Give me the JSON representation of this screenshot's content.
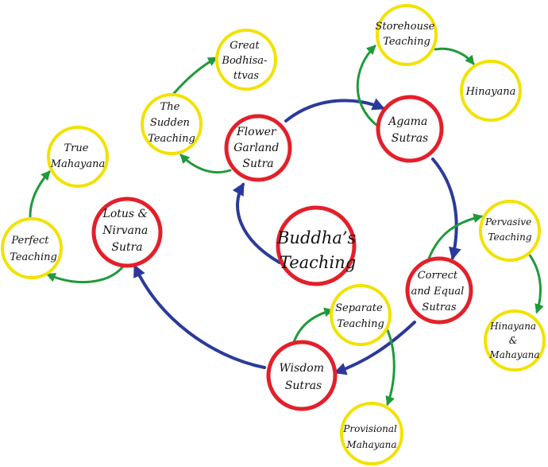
{
  "colors": {
    "red_ring": "#e3202a",
    "yellow_ring": "#f2e200",
    "blue_arrow": "#2b3a9a",
    "green_arrow": "#1f9a3a"
  },
  "nodes": {
    "buddhas_teaching": {
      "lines": [
        "Buddha’s",
        "Teaching"
      ],
      "ring": "red"
    },
    "flower_garland": {
      "lines": [
        "Flower",
        "Garland",
        "Sutra"
      ],
      "ring": "red"
    },
    "agama": {
      "lines": [
        "Agama",
        "Sutras"
      ],
      "ring": "red"
    },
    "correct_equal": {
      "lines": [
        "Correct",
        "and Equal",
        "Sutras"
      ],
      "ring": "red"
    },
    "wisdom": {
      "lines": [
        "Wisdom",
        "Sutras"
      ],
      "ring": "red"
    },
    "lotus_nirvana": {
      "lines": [
        "Lotus &",
        "Nirvana",
        "Sutra"
      ],
      "ring": "red"
    },
    "storehouse": {
      "lines": [
        "Storehouse",
        "Teaching"
      ],
      "ring": "yellow"
    },
    "hinayana": {
      "lines": [
        "Hinayana"
      ],
      "ring": "yellow"
    },
    "great_bodhisattvas": {
      "lines": [
        "Great",
        "Bodhisa-",
        "ttvas"
      ],
      "ring": "yellow"
    },
    "sudden": {
      "lines": [
        "The",
        "Sudden",
        "Teaching"
      ],
      "ring": "yellow"
    },
    "true_mahayana": {
      "lines": [
        "True",
        "Mahayana"
      ],
      "ring": "yellow"
    },
    "perfect": {
      "lines": [
        "Perfect",
        "Teaching"
      ],
      "ring": "yellow"
    },
    "pervasive": {
      "lines": [
        "Pervasive",
        "Teaching"
      ],
      "ring": "yellow"
    },
    "hinayana_mahayana": {
      "lines": [
        "Hinayana",
        "&",
        "Mahayana"
      ],
      "ring": "yellow"
    },
    "separate": {
      "lines": [
        "Separate",
        "Teaching"
      ],
      "ring": "yellow"
    },
    "provisional": {
      "lines": [
        "Provisional",
        "Mahayana"
      ],
      "ring": "yellow"
    }
  },
  "edges": [
    {
      "from": "buddhas_teaching",
      "to": "flower_garland",
      "color": "blue"
    },
    {
      "from": "flower_garland",
      "to": "agama",
      "color": "blue"
    },
    {
      "from": "agama",
      "to": "correct_equal",
      "color": "blue"
    },
    {
      "from": "correct_equal",
      "to": "wisdom",
      "color": "blue"
    },
    {
      "from": "wisdom",
      "to": "lotus_nirvana",
      "color": "blue"
    },
    {
      "from": "agama",
      "to": "storehouse",
      "color": "green"
    },
    {
      "from": "storehouse",
      "to": "hinayana",
      "color": "green"
    },
    {
      "from": "flower_garland",
      "to": "sudden",
      "color": "green"
    },
    {
      "from": "sudden",
      "to": "great_bodhisattvas",
      "color": "green"
    },
    {
      "from": "correct_equal",
      "to": "pervasive",
      "color": "green"
    },
    {
      "from": "pervasive",
      "to": "hinayana_mahayana",
      "color": "green"
    },
    {
      "from": "wisdom",
      "to": "separate",
      "color": "green"
    },
    {
      "from": "separate",
      "to": "provisional",
      "color": "green"
    },
    {
      "from": "lotus_nirvana",
      "to": "perfect",
      "color": "green"
    },
    {
      "from": "perfect",
      "to": "true_mahayana",
      "color": "green"
    }
  ]
}
